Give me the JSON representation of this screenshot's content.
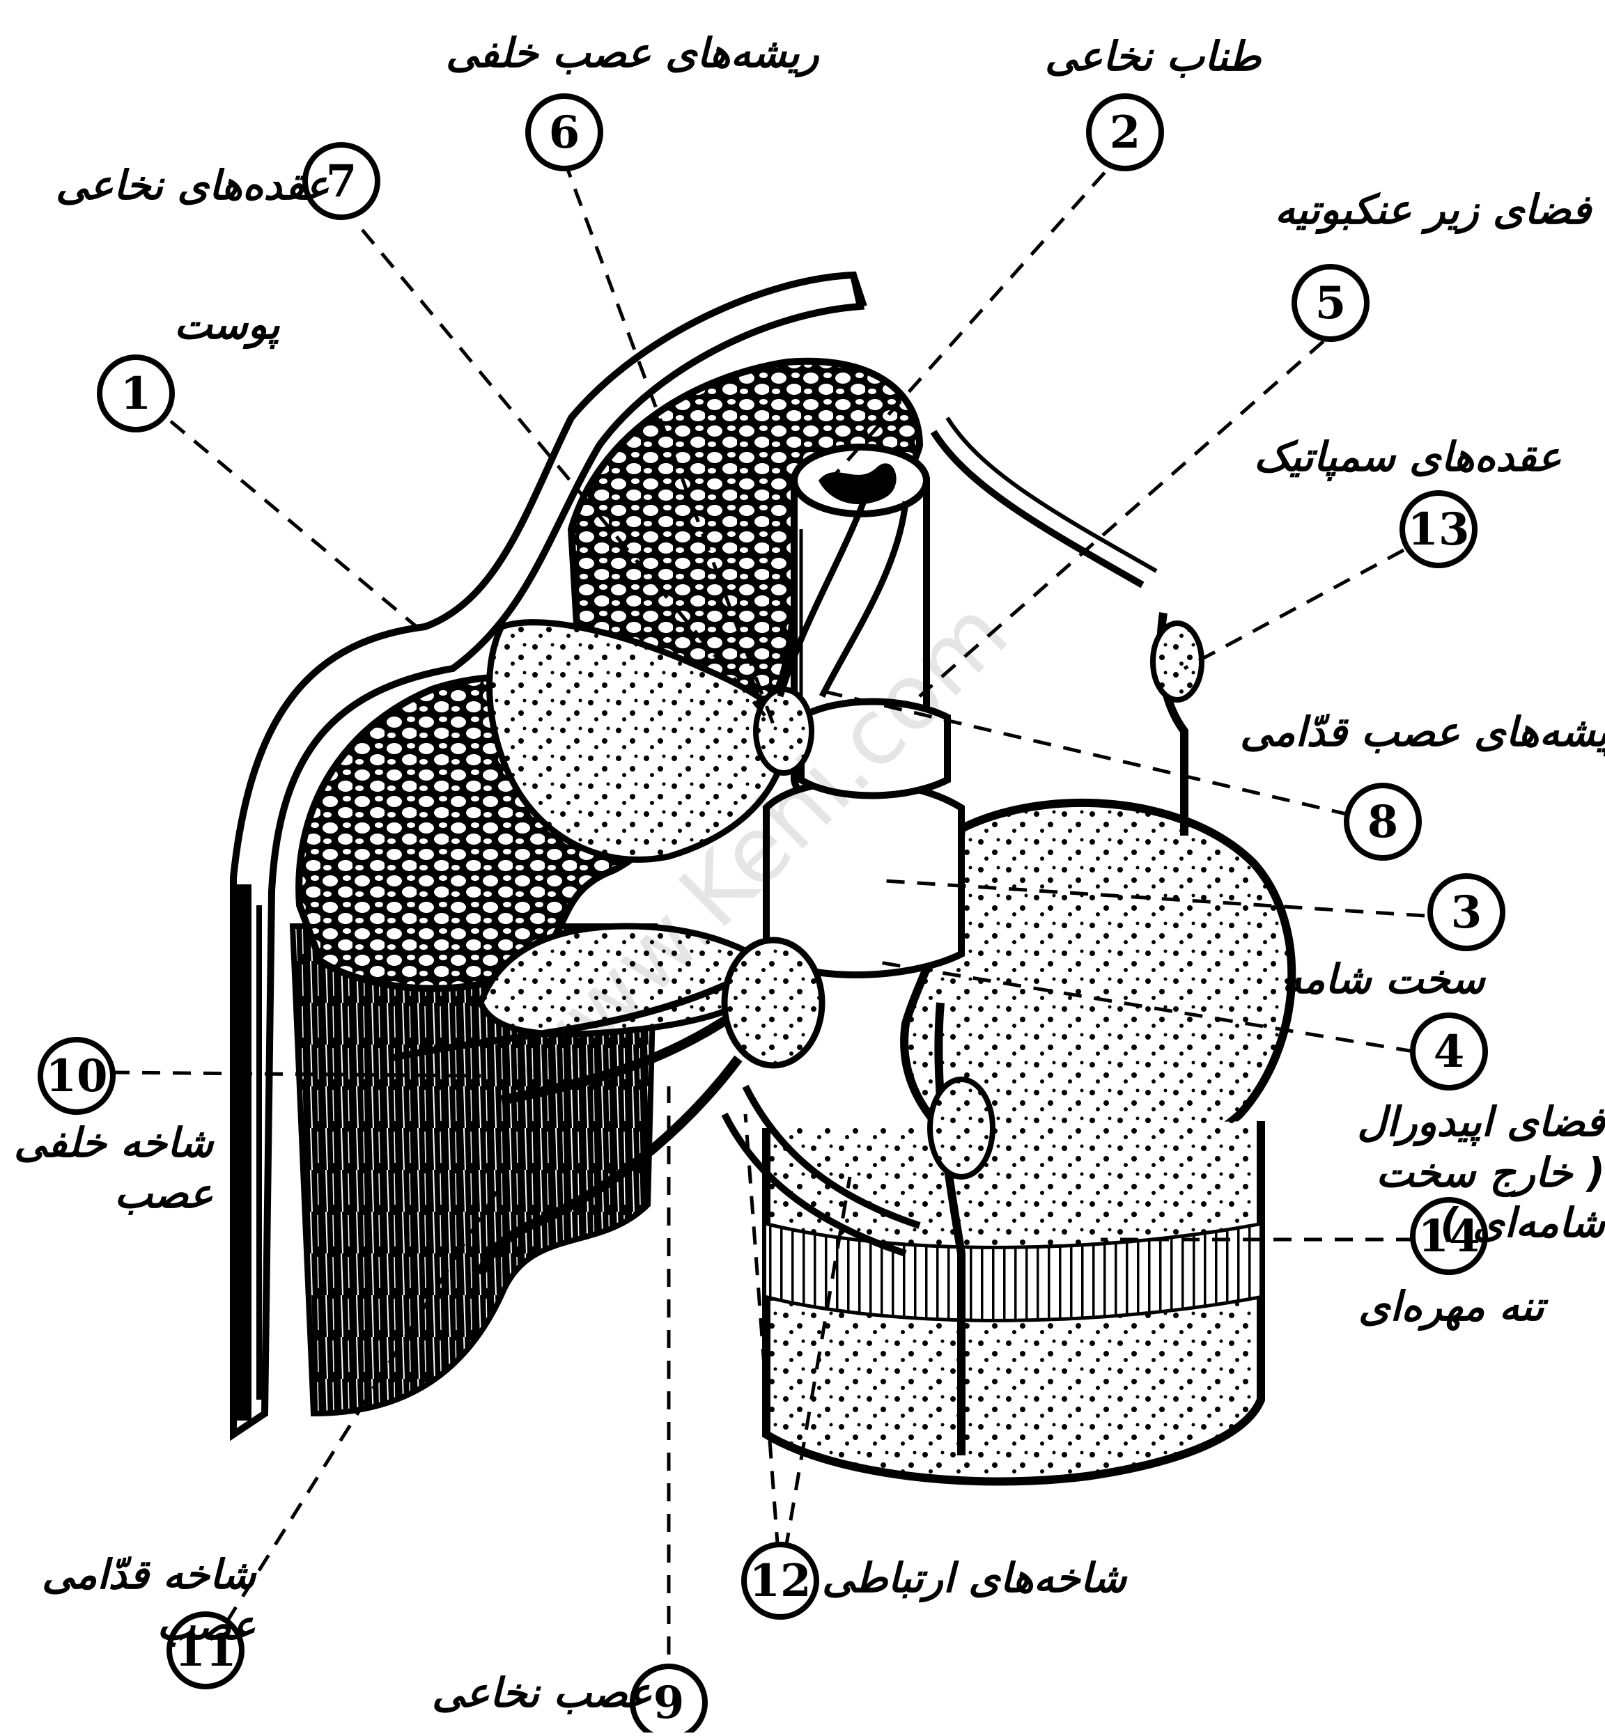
{
  "figure": {
    "watermark": "www.Kehi.com"
  },
  "callouts": [
    {
      "id": "c1",
      "number": "1",
      "label": "پوست"
    },
    {
      "id": "c2",
      "number": "2",
      "label": "طناب نخاعی"
    },
    {
      "id": "c3",
      "number": "3",
      "label": "سخت شامه"
    },
    {
      "id": "c4",
      "number": "4",
      "label": "فضای اپیدورال\n( خارج سخت شامه‌ای )"
    },
    {
      "id": "c5",
      "number": "5",
      "label": "فضای زیر عنکبوتیه"
    },
    {
      "id": "c6",
      "number": "6",
      "label": "ریشه‌های عصب خلفی"
    },
    {
      "id": "c7",
      "number": "7",
      "label": "عقده‌های نخاعی"
    },
    {
      "id": "c8",
      "number": "8",
      "label": "ریشه‌های عصب قدّامی"
    },
    {
      "id": "c9",
      "number": "9",
      "label": "عصب نخاعی"
    },
    {
      "id": "c10",
      "number": "10",
      "label": "شاخه خلفی\nعصب"
    },
    {
      "id": "c11",
      "number": "11",
      "label": "شاخه قدّامی\nعصب"
    },
    {
      "id": "c12",
      "number": "12",
      "label": "شاخه‌های ارتباطی"
    },
    {
      "id": "c13",
      "number": "13",
      "label": "عقده‌های سمپاتیک"
    },
    {
      "id": "c14",
      "number": "14",
      "label": "تنه مهره‌ای"
    }
  ],
  "colors": {
    "ink": "#000000",
    "paper": "#ffffff"
  }
}
